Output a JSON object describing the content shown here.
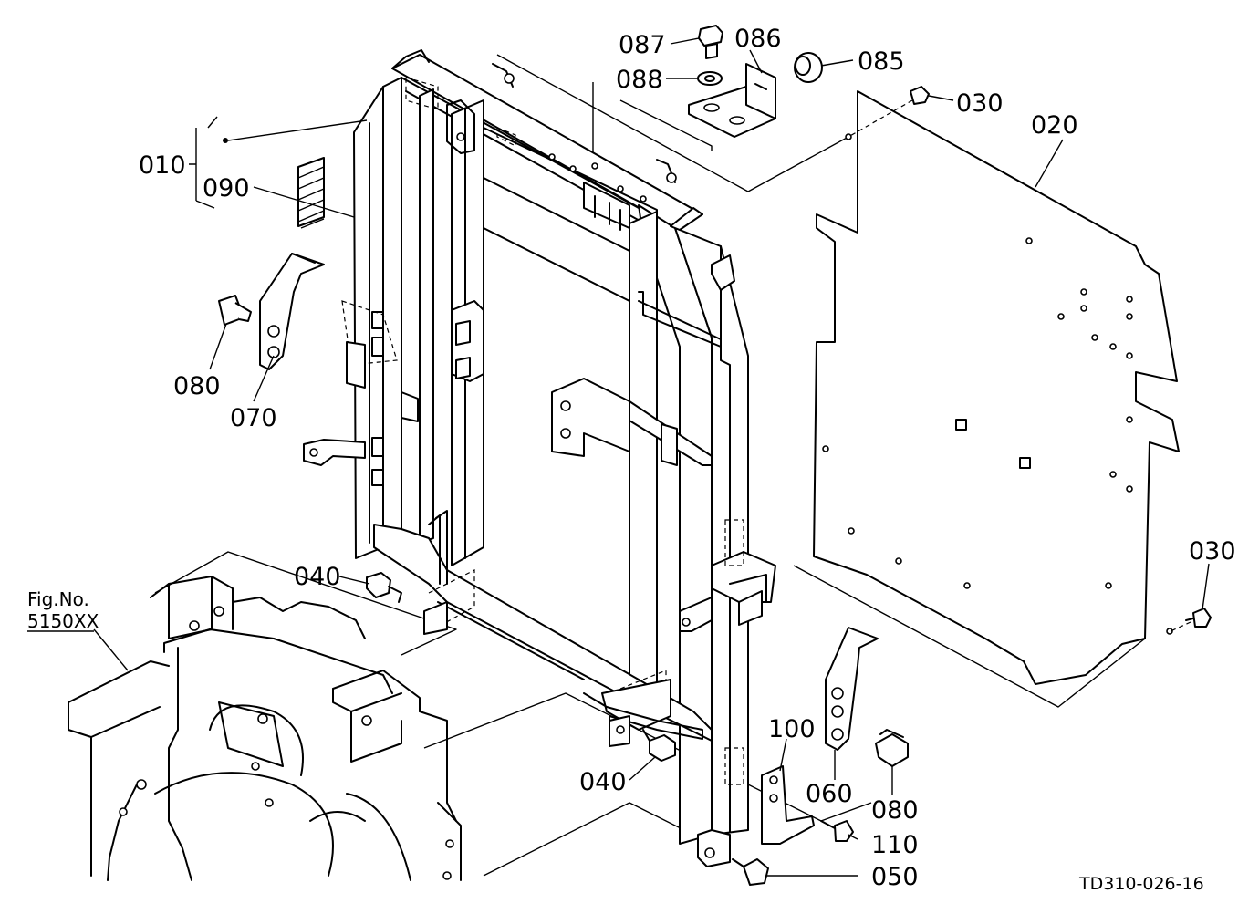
{
  "labels": {
    "p010": "010",
    "p020": "020",
    "p030a": "030",
    "p030b": "030",
    "p040a": "040",
    "p040b": "040",
    "p050": "050",
    "p060": "060",
    "p070": "070",
    "p080a": "080",
    "p080b": "080",
    "p085": "085",
    "p086": "086",
    "p087": "087",
    "p088": "088",
    "p090": "090",
    "p100": "100",
    "p110": "110"
  },
  "figref": {
    "line1": "Fig.No.",
    "line2": "5150XX"
  },
  "drawing_id": "TD310-026-16"
}
